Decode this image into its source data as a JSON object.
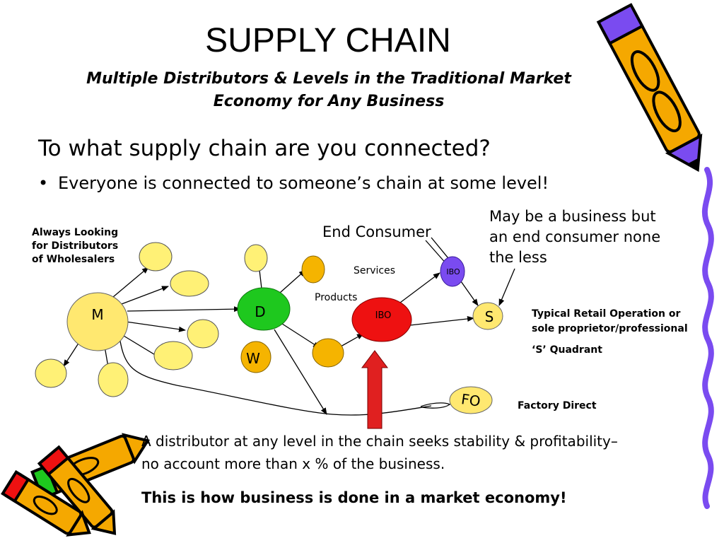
{
  "slide": {
    "title": "SUPPLY CHAIN",
    "subtitle": "Multiple Distributors & Levels in the Traditional Market Economy for Any Business",
    "question": "To what supply chain are you connected?",
    "bullet": "Everyone is connected to someone’s chain at some level!",
    "bullet_symbol": "•"
  },
  "diagram": {
    "nodes": {
      "manufacturer": "M",
      "distributor": "D",
      "wholesaler": "W",
      "ibo_main": "IBO",
      "ibo_small": "IBO",
      "sole_proprietor": "S",
      "factory_outlet": "FO"
    },
    "labels": {
      "always_looking": [
        "Always Looking",
        "for Distributors",
        "of Wholesalers"
      ],
      "end_consumer": "End Consumer",
      "services": "Services",
      "products": "Products",
      "business_note": [
        "May be a business but",
        "an end consumer none",
        "the less"
      ],
      "typical_retail": [
        "Typical Retail Operation or",
        "sole proprietor/professional"
      ],
      "s_quadrant": "‘S’ Quadrant",
      "factory_direct": "Factory Direct"
    },
    "colors": {
      "pale_yellow": "#FFF176",
      "yellow": "#FFE640",
      "orange": "#F5B400",
      "green": "#1EC81E",
      "red": "#EE1111",
      "purple": "#7A4BF0",
      "arrow_red": "#E02020"
    }
  },
  "footer": {
    "statement": "A distributor at any level in the chain seeks stability & profitability– no account more than x % of the business.",
    "conclusion": "This is how business is done in a market economy!"
  },
  "decorations": {
    "top_right": "pencil-icon",
    "bottom_left": "crayons-icon",
    "right_edge": "squiggle-border-icon"
  }
}
